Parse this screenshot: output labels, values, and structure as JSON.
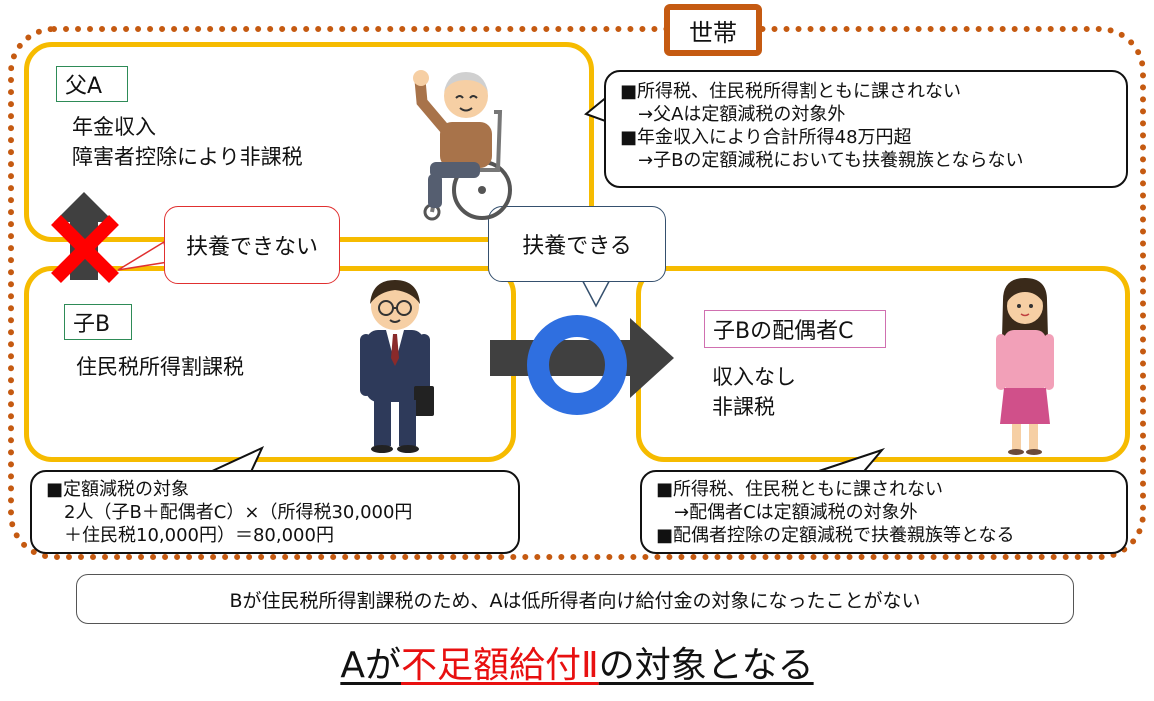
{
  "household": {
    "label": "世帯"
  },
  "father": {
    "tag": "父A",
    "lines": [
      "年金収入",
      "障害者控除により非課税"
    ]
  },
  "child": {
    "tag": "子B",
    "lines": [
      "住民税所得割課税"
    ]
  },
  "spouse": {
    "tag": "子Bの配偶者C",
    "lines": [
      "収入なし",
      "非課税"
    ]
  },
  "bubbles": {
    "cannot_support": "扶養できない",
    "can_support": "扶養できる"
  },
  "callouts": {
    "father": [
      "■所得税、住民税所得割ともに課されない",
      "　→父Aは定額減税の対象外",
      "■年金収入により合計所得48万円超",
      "　→子Bの定額減税においても扶養親族とならない"
    ],
    "child": [
      "■定額減税の対象",
      "　2人（子B＋配偶者C）×（所得税30,000円",
      "　＋住民税10,000円）＝80,000円"
    ],
    "spouse": [
      "■所得税、住民税ともに課されない",
      "　→配偶者Cは定額減税の対象外",
      "■配偶者控除の定額減税で扶養親族等となる"
    ]
  },
  "note": "Bが住民税所得割課税のため、Aは低所得者向け給付金の対象になったことがない",
  "conclusion": {
    "before": "Aが",
    "highlight": "不足額給付Ⅱ",
    "after": "の対象となる"
  },
  "colors": {
    "household_border": "#c55a11",
    "person_box_border": "#f6bb00",
    "cross": "#ff0000",
    "circle": "#2f6fe0",
    "arrow": "#404040",
    "highlight_text": "#e81010"
  },
  "icons": {
    "father": "elderly-man-wheelchair-icon",
    "child": "businessman-icon",
    "spouse": "young-woman-icon",
    "cross": "red-cross-mark",
    "circle": "blue-circle-mark"
  }
}
